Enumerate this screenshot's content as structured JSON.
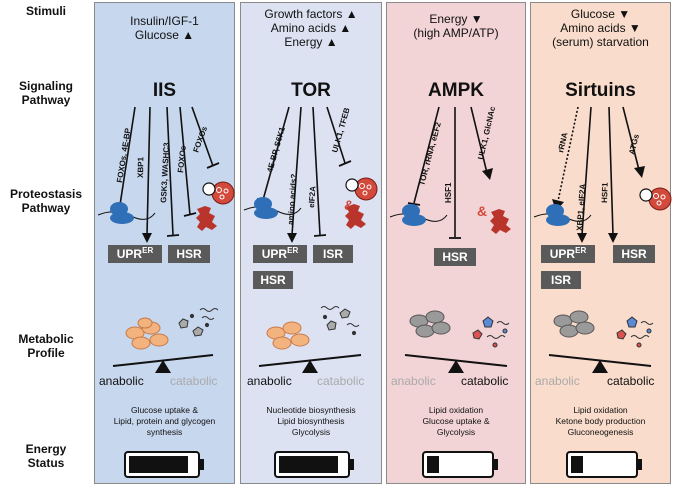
{
  "row_labels": {
    "stimuli": "Stimuli",
    "signaling_1": "Signaling",
    "signaling_2": "Pathway",
    "proteostasis_1": "Proteostasis",
    "proteostasis_2": "Pathway",
    "metabolic_1": "Metabolic",
    "metabolic_2": "Profile",
    "energy_1": "Energy",
    "energy_2": "Status"
  },
  "colors": {
    "iis_bg": "#c7d7ee",
    "tor_bg": "#dde2f3",
    "ampk_bg": "#f2d4d6",
    "sirt_bg": "#f9dccb",
    "ribosome": "#2f6fb8",
    "granule": "#d24a3c",
    "box": "#5a5a5a",
    "cell_fill": "#f3b37f",
    "cell_gray": "#9a9a9a"
  },
  "panels": {
    "iis": {
      "stim1": "Insulin/IGF-1",
      "stim2": "Glucose ▲",
      "name": "IIS",
      "arrow_labels": [
        "FOXOs, 4E-BP",
        "XBP1",
        "GSK3, WASHC3",
        "FOXOs",
        "FOXOs"
      ],
      "box1_main": "UPR",
      "box1_sup": "ER",
      "box2": "HSR",
      "anabolic": "anabolic",
      "catabolic": "catabolic",
      "desc1": "Glucose uptake &",
      "desc2": "Lipid, protein and glycogen",
      "desc3": "synthesis",
      "energy_level": 0.9
    },
    "tor": {
      "stim1": "Growth factors ▲",
      "stim2": "Amino acids ▲",
      "stim3": "Energy ▲",
      "name": "TOR",
      "arrow_labels": [
        "4E-BP, S6K1",
        "amino acids?",
        "eIF2A",
        "ULK1, TFEB"
      ],
      "amp": "&",
      "box1_main": "UPR",
      "box1_sup": "ER",
      "box2": "ISR",
      "box3": "HSR",
      "anabolic": "anabolic",
      "catabolic": "catabolic",
      "desc1": "Nucleotide biosynthesis",
      "desc2": "Lipid biosynthesis",
      "desc3": "Glycolysis",
      "energy_level": 0.9
    },
    "ampk": {
      "stim1": "Energy ▼",
      "stim2": "(high AMP/ATP)",
      "name": "AMPK",
      "arrow_labels": [
        "TOR, rRNA, eEF2",
        "HSF1",
        "ULK1, GlcNAc"
      ],
      "amp": "&",
      "box1": "HSR",
      "anabolic": "anabolic",
      "catabolic": "catabolic",
      "desc1": "Lipid oxidation",
      "desc2": "Glucose uptake &",
      "desc3": "Glycolysis",
      "energy_level": 0.2
    },
    "sirt": {
      "stim1": "Glucose ▼",
      "stim2": "Amino acids ▼",
      "stim3": "(serum) starvation",
      "name": "Sirtuins",
      "arrow_labels": [
        "rRNA",
        "XBP1, eIF2A",
        "HSF1",
        "ATGs"
      ],
      "box1_main": "UPR",
      "box1_sup": "ER",
      "box2": "HSR",
      "box3": "ISR",
      "anabolic": "anabolic",
      "catabolic": "catabolic",
      "desc1": "Lipid oxidation",
      "desc2": "Ketone body production",
      "desc3": "Gluconeogenesis",
      "energy_level": 0.2
    }
  }
}
